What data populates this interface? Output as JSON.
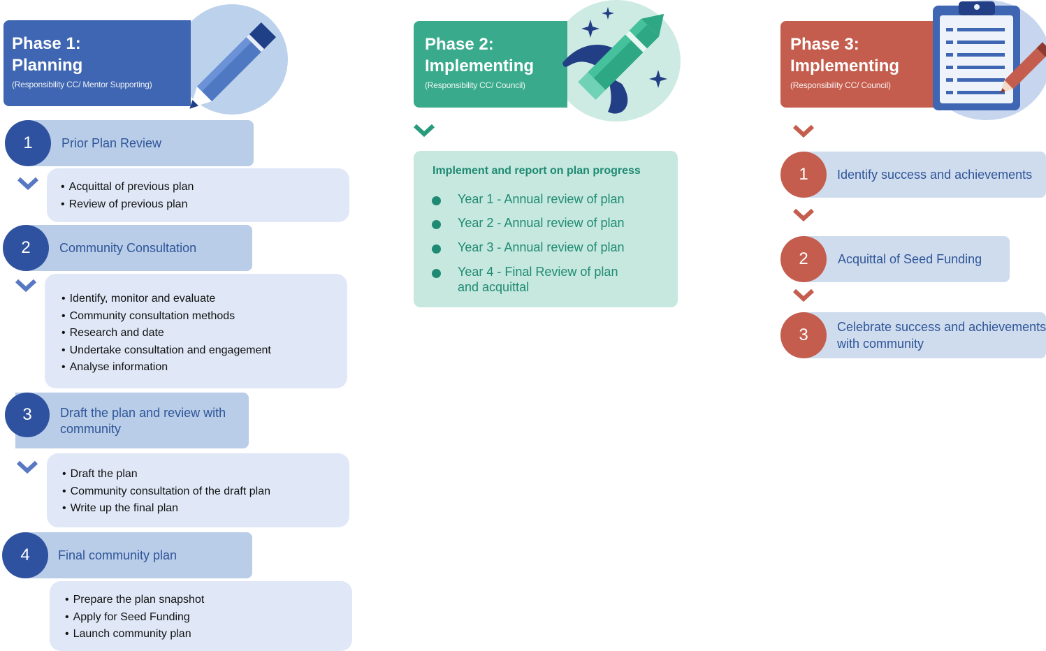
{
  "colors": {
    "phase1": "#3f66b2",
    "phase1_circle": "#bcd1ec",
    "phase2": "#3aaa8c",
    "phase2_circle": "#cdebe3",
    "phase3": "#c45d4e",
    "phase3_circle": "#c7d6ee",
    "label_bg": "#b9cde9",
    "bullet_bg": "#e0e8f7",
    "text_blue": "#2f5597",
    "text_green": "#1f8a73"
  },
  "phase1": {
    "title_line1": "Phase 1:",
    "title_line2": "Planning",
    "responsibility": "(Responsibility CC/ Mentor Supporting)",
    "icon": "pencil-icon",
    "steps": [
      {
        "number": "1",
        "label": "Prior Plan Review",
        "bullets": [
          "Acquittal of previous plan",
          "Review of previous plan"
        ]
      },
      {
        "number": "2",
        "label": "Community Consultation",
        "bullets": [
          "Identify, monitor and evaluate",
          "Community consultation methods",
          "Research and date",
          "Undertake consultation and engagement",
          "Analyse information"
        ]
      },
      {
        "number": "3",
        "label_line1": "Draft the plan and review with",
        "label_line2": "community",
        "bullets": [
          "Draft the plan",
          "Community consultation of the draft plan",
          "Write up the final plan"
        ]
      },
      {
        "number": "4",
        "label": "Final community plan",
        "bullets": [
          "Prepare the plan snapshot",
          "Apply for Seed Funding",
          "Launch community plan"
        ]
      }
    ]
  },
  "phase2": {
    "title_line1": "Phase 2:",
    "title_line2": "Implementing",
    "responsibility": "(Responsibility CC/ Council)",
    "icon": "rocket-icon",
    "box_heading": "Implement and report on plan progress",
    "items": [
      "Year 1 - Annual review of plan",
      "Year 2 - Annual review of plan",
      "Year 3 - Annual review of plan",
      "Year 4 - Final Review of plan",
      "and acquittal"
    ]
  },
  "phase3": {
    "title_line1": "Phase 3:",
    "title_line2": "Implementing",
    "responsibility": "(Responsibility CC/ Council)",
    "icon": "clipboard-icon",
    "steps": [
      {
        "number": "1",
        "label": "Identify success and achievements"
      },
      {
        "number": "2",
        "label": "Acquittal of Seed Funding"
      },
      {
        "number": "3",
        "label_line1": "Celebrate success and achievements",
        "label_line2": "with community"
      }
    ]
  }
}
